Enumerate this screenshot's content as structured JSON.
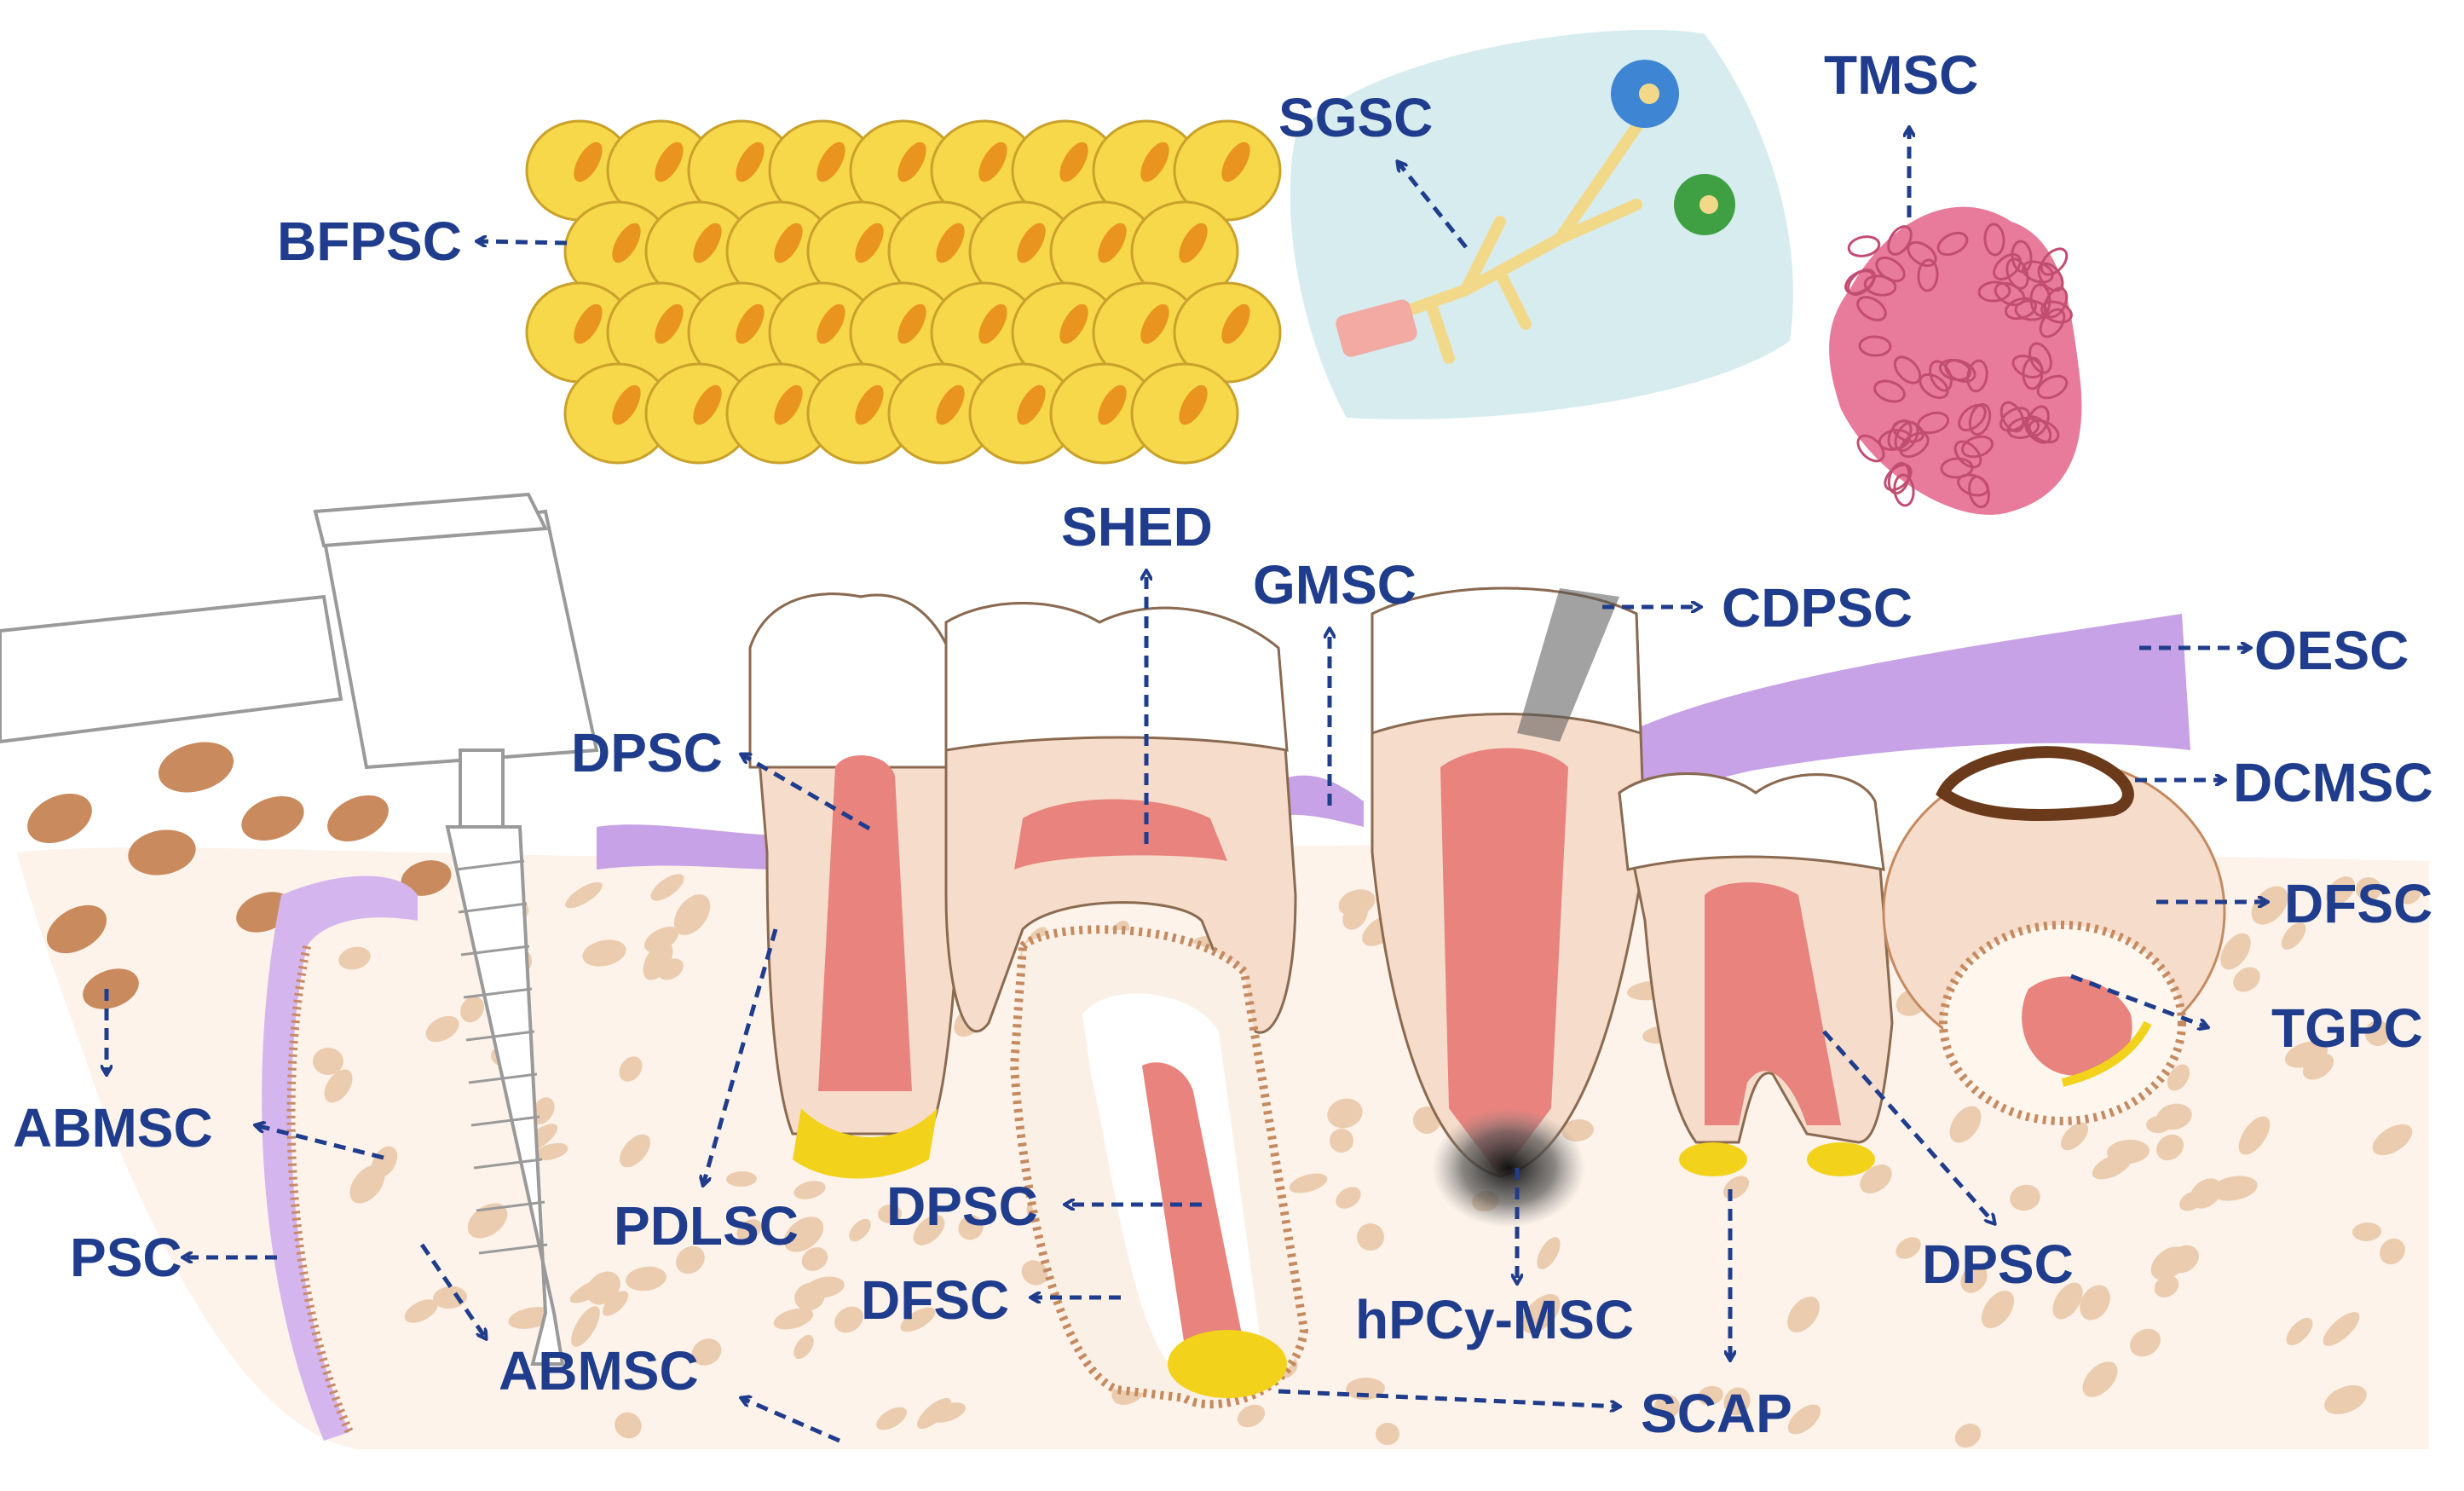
{
  "colors": {
    "label": "#1f3d8c",
    "fat": "#f7d84a",
    "fat_nucleus": "#e8941f",
    "gum": "#c8a2e6",
    "pulp": "#e8837e",
    "dentin": "#f6dccb",
    "enamel": "#ffffff",
    "bone_spot": "#e6c3a3",
    "tonsil": "#e87b9b",
    "gland_bg": "#d7ecef",
    "apical_papilla": "#f2d21b"
  },
  "icons": {
    "buccal_fat": "fat-cluster-icon",
    "salivary_gland": "salivary-gland-icon",
    "tonsil": "tonsil-icon",
    "implant": "dental-implant-icon",
    "teeth": "tooth-cross-section-icon"
  },
  "labels": {
    "bfpsc": "BFPSC",
    "sgsc": "SGSC",
    "tmsc": "TMSC",
    "shed": "SHED",
    "gmsc": "GMSC",
    "cdpsc": "CDPSC",
    "oesc": "OESC",
    "dpsc_1": "DPSC",
    "dcmsc": "DCMSC",
    "dfsc_1": "DFSC",
    "tgpc": "TGPC",
    "abmsc_1": "ABMSC",
    "psc": "PSC",
    "pdlsc": "PDLSC",
    "dpsc_2": "DPSC",
    "dfsc_2": "DFSC",
    "hpcy_msc": "hPCy-MSC",
    "dpsc_3": "DPSC",
    "abmsc_2": "ABMSC",
    "scap": "SCAP"
  }
}
